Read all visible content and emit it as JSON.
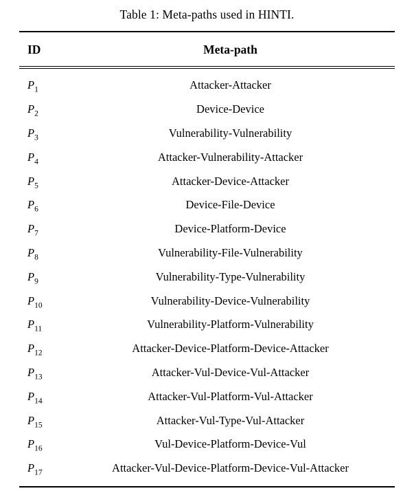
{
  "caption": "Table 1: Meta-paths used in HINTI.",
  "table": {
    "headers": {
      "id": "ID",
      "metapath": "Meta-path"
    },
    "rows": [
      {
        "base": "P",
        "sub": "1",
        "path": "Attacker-Attacker"
      },
      {
        "base": "P",
        "sub": "2",
        "path": "Device-Device"
      },
      {
        "base": "P",
        "sub": "3",
        "path": "Vulnerability-Vulnerability"
      },
      {
        "base": "P",
        "sub": "4",
        "path": "Attacker-Vulnerability-Attacker"
      },
      {
        "base": "P",
        "sub": "5",
        "path": "Attacker-Device-Attacker"
      },
      {
        "base": "P",
        "sub": "6",
        "path": "Device-File-Device"
      },
      {
        "base": "P",
        "sub": "7",
        "path": "Device-Platform-Device"
      },
      {
        "base": "P",
        "sub": "8",
        "path": "Vulnerability-File-Vulnerability"
      },
      {
        "base": "P",
        "sub": "9",
        "path": "Vulnerability-Type-Vulnerability"
      },
      {
        "base": "P",
        "sub": "10",
        "path": "Vulnerability-Device-Vulnerability"
      },
      {
        "base": "P",
        "sub": "11",
        "path": "Vulnerability-Platform-Vulnerability"
      },
      {
        "base": "P",
        "sub": "12",
        "path": "Attacker-Device-Platform-Device-Attacker"
      },
      {
        "base": "P",
        "sub": "13",
        "path": "Attacker-Vul-Device-Vul-Attacker"
      },
      {
        "base": "P",
        "sub": "14",
        "path": "Attacker-Vul-Platform-Vul-Attacker"
      },
      {
        "base": "P",
        "sub": "15",
        "path": "Attacker-Vul-Type-Vul-Attacker"
      },
      {
        "base": "P",
        "sub": "16",
        "path": "Vul-Device-Platform-Device-Vul"
      },
      {
        "base": "P",
        "sub": "17",
        "path": "Attacker-Vul-Device-Platform-Device-Vul-Attacker"
      }
    ]
  }
}
